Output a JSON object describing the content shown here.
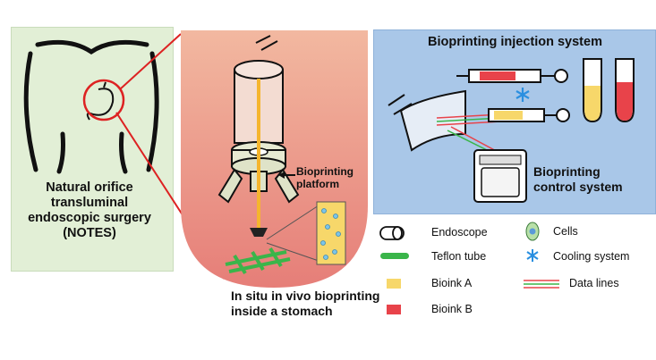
{
  "left": {
    "label_lines": [
      "Natural orifice",
      "transluminal",
      "endoscopic surgery",
      "(NOTES)"
    ]
  },
  "center": {
    "platform_label_lines": [
      "Bioprinting",
      "platform"
    ],
    "caption_lines": [
      "In situ in vivo bioprinting",
      "inside a stomach"
    ]
  },
  "right": {
    "injection_title": "Bioprinting injection system",
    "control_title_lines": [
      "Bioprinting",
      "control system"
    ]
  },
  "legend": {
    "endoscope": "Endoscope",
    "teflon_tube": "Teflon tube",
    "bioink_a": "Bioink A",
    "bioink_b": "Bioink B",
    "cells": "Cells",
    "cooling_system": "Cooling system",
    "data_lines": "Data lines"
  },
  "colors": {
    "bioink_a": "#f7d76a",
    "bioink_b": "#e8434a",
    "teflon_tube": "#3ab54a",
    "cooling": "#2a8fe0",
    "cells": "#b8e0a8"
  }
}
